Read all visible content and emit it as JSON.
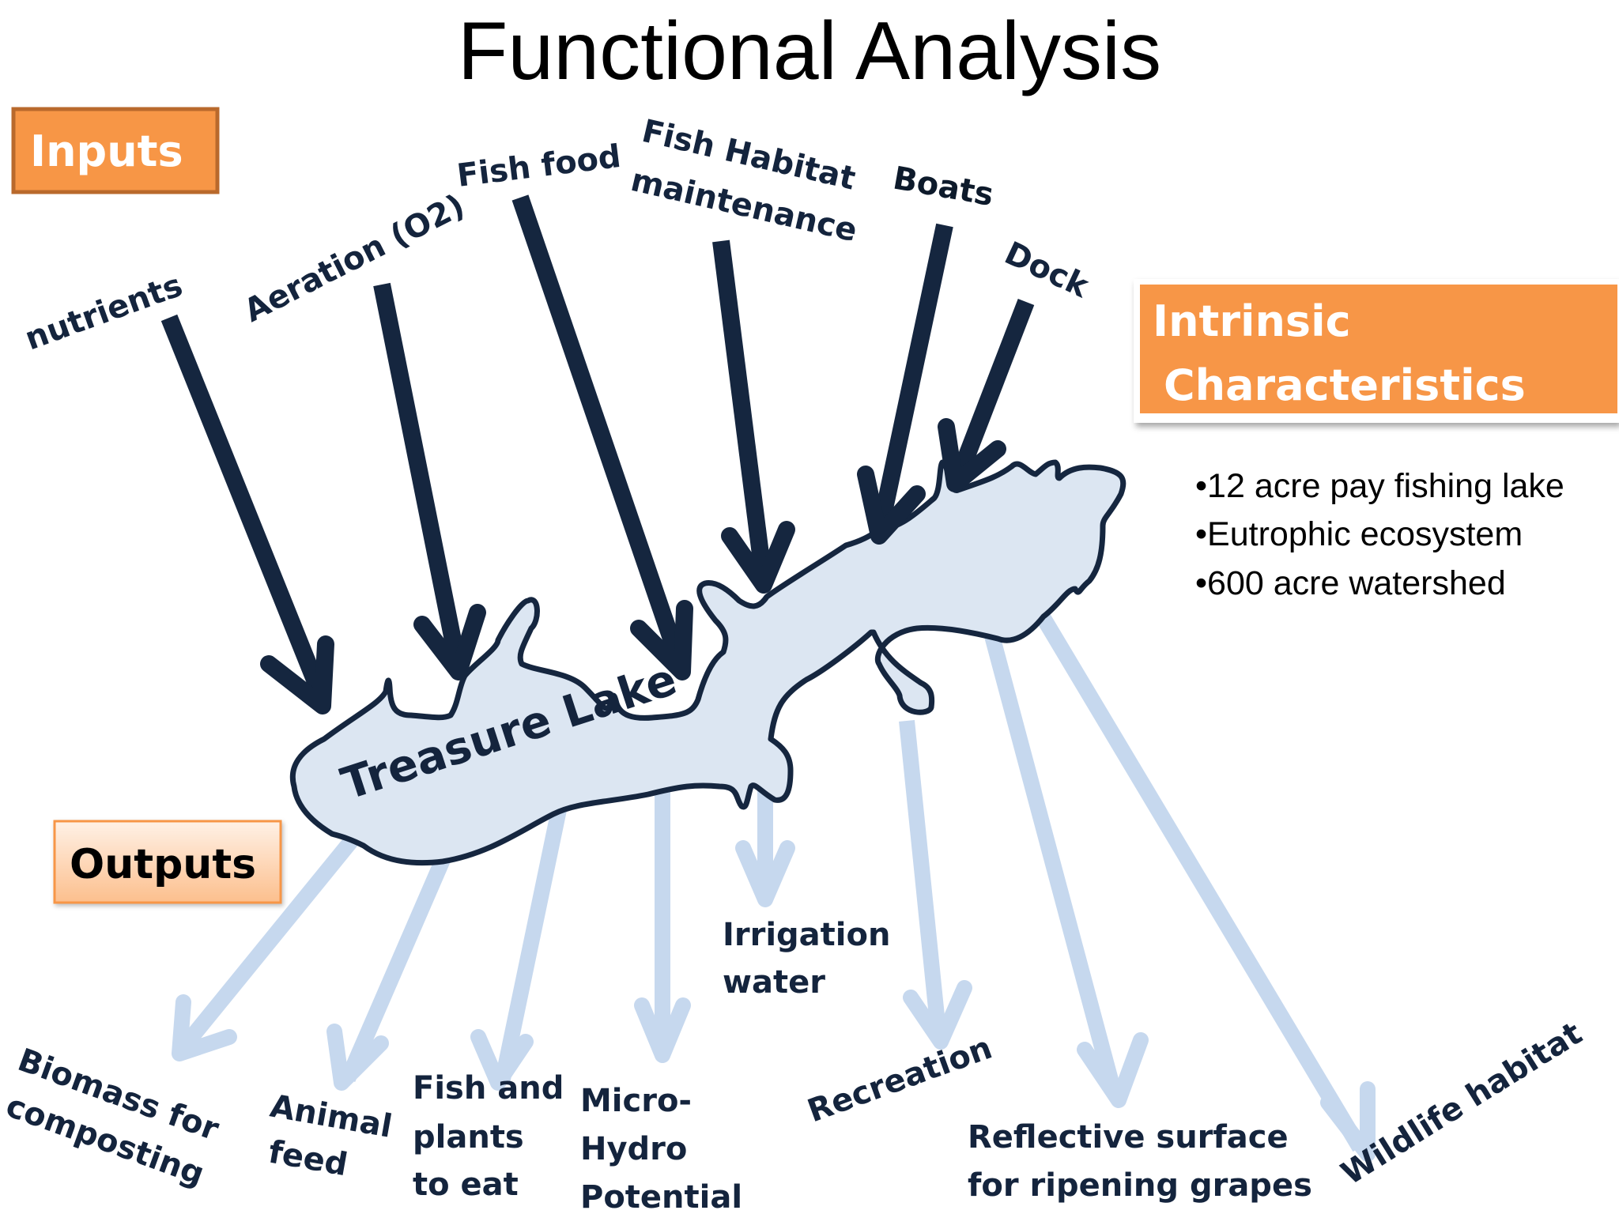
{
  "title": "Functional Analysis",
  "sections": {
    "inputs": "Inputs",
    "outputs": "Outputs",
    "intrinsic": [
      "Intrinsic",
      "Characteristics"
    ]
  },
  "lake_name": "Treasure Lake",
  "inputs": [
    {
      "label": [
        "nutrients"
      ]
    },
    {
      "label": [
        "Aeration (O2)"
      ]
    },
    {
      "label": [
        "Fish food"
      ]
    },
    {
      "label": [
        "Fish Habitat",
        "maintenance"
      ]
    },
    {
      "label": [
        "Boats"
      ]
    },
    {
      "label": [
        "Dock"
      ]
    }
  ],
  "intrinsic_characteristics": [
    "•12 acre pay fishing lake",
    "•Eutrophic ecosystem",
    "•600 acre watershed"
  ],
  "outputs": [
    {
      "label": [
        "Biomass for",
        "composting"
      ]
    },
    {
      "label": [
        "Animal",
        "feed"
      ]
    },
    {
      "label": [
        "Fish and",
        "plants",
        " to eat"
      ]
    },
    {
      "label": [
        "Micro-",
        "Hydro",
        "Potential"
      ]
    },
    {
      "label": [
        "Irrigation",
        "water"
      ]
    },
    {
      "label": [
        "Recreation"
      ]
    },
    {
      "label": [
        "Reflective surface",
        "for ripening grapes"
      ]
    },
    {
      "label": [
        "Wildlife habitat"
      ]
    }
  ],
  "colors": {
    "input_arrow": "#15263f",
    "output_arrow": "#c6d8ee",
    "lake_fill": "#dce6f2",
    "box_orange": "#f79646",
    "box_orange_border": "#b9692c",
    "outputs_box_light": "#fde2cb"
  }
}
